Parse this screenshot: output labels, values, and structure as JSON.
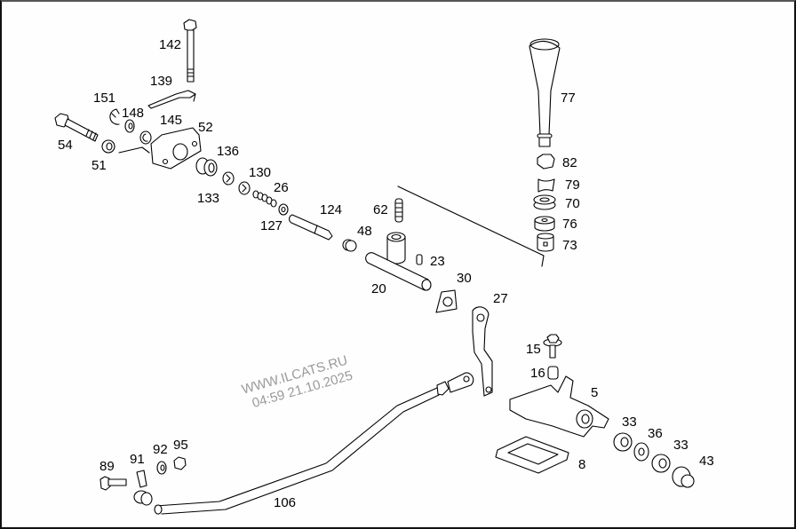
{
  "diagram": {
    "title": "Gear shift linkage exploded parts diagram",
    "watermark": {
      "line1": "WWW.ILCATS.RU",
      "line2": "04:59 21.10.2025",
      "color": "#9a9a9a"
    },
    "callouts": [
      {
        "id": "142",
        "label": "142",
        "part": "bolt"
      },
      {
        "id": "139",
        "label": "139",
        "part": "spring clip"
      },
      {
        "id": "151",
        "label": "151",
        "part": "circlip"
      },
      {
        "id": "148",
        "label": "148",
        "part": "washer"
      },
      {
        "id": "145",
        "label": "145",
        "part": "bushing"
      },
      {
        "id": "52",
        "label": "52",
        "part": "bearing bracket"
      },
      {
        "id": "54",
        "label": "54",
        "part": "bolt"
      },
      {
        "id": "51",
        "label": "51",
        "part": "bushing"
      },
      {
        "id": "136",
        "label": "136",
        "part": "bushing"
      },
      {
        "id": "133",
        "label": "133",
        "part": "ring"
      },
      {
        "id": "130",
        "label": "130",
        "part": "ring"
      },
      {
        "id": "26",
        "label": "26",
        "part": "washer"
      },
      {
        "id": "127",
        "label": "127",
        "part": "spring"
      },
      {
        "id": "124",
        "label": "124",
        "part": "shaft"
      },
      {
        "id": "62",
        "label": "62",
        "part": "spring"
      },
      {
        "id": "48",
        "label": "48",
        "part": "sleeve"
      },
      {
        "id": "23",
        "label": "23",
        "part": "pin"
      },
      {
        "id": "20",
        "label": "20",
        "part": "shift lever housing"
      },
      {
        "id": "30",
        "label": "30",
        "part": "plate"
      },
      {
        "id": "27",
        "label": "27",
        "part": "lever"
      },
      {
        "id": "77",
        "label": "77",
        "part": "shift knob"
      },
      {
        "id": "82",
        "label": "82",
        "part": "nut"
      },
      {
        "id": "79",
        "label": "79",
        "part": "sleeve"
      },
      {
        "id": "70",
        "label": "70",
        "part": "rubber bushing"
      },
      {
        "id": "76",
        "label": "76",
        "part": "bushing"
      },
      {
        "id": "73",
        "label": "73",
        "part": "insert"
      },
      {
        "id": "15",
        "label": "15",
        "part": "bolt"
      },
      {
        "id": "16",
        "label": "16",
        "part": "sleeve"
      },
      {
        "id": "5",
        "label": "5",
        "part": "shift bracket"
      },
      {
        "id": "8",
        "label": "8",
        "part": "gasket"
      },
      {
        "id": "33a",
        "label": "33",
        "part": "washer"
      },
      {
        "id": "36",
        "label": "36",
        "part": "lock washer"
      },
      {
        "id": "33b",
        "label": "33",
        "part": "washer"
      },
      {
        "id": "43",
        "label": "43",
        "part": "bushing"
      },
      {
        "id": "89",
        "label": "89",
        "part": "bolt"
      },
      {
        "id": "91",
        "label": "91",
        "part": "clamp"
      },
      {
        "id": "92",
        "label": "92",
        "part": "washer"
      },
      {
        "id": "95",
        "label": "95",
        "part": "nut"
      },
      {
        "id": "106",
        "label": "106",
        "part": "shift rod"
      }
    ]
  }
}
